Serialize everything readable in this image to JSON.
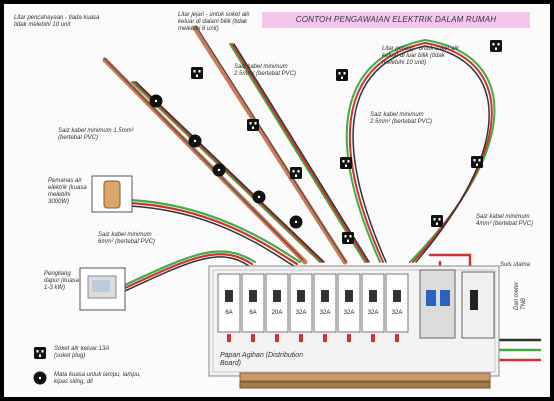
{
  "title": "CONTOH PENGAWAIAN ELEKTRIK DALAM RUMAH",
  "labels": {
    "lamp_circuit": "Litar pencahayaan - tiada kuasa tidak melebihi 10 unit",
    "socket_circuit_1": "Litar jejari - untuk soket alir keluar di dalam bilik (tidak melebihi 6 unit)",
    "ring_circuit": "Litar gelang - untuk soket alir keluar di luar bilik (tidak melebihi 10 unit)",
    "cable_25_top": "Saiz kabel minimum 2.5mm² (bertebat PVC)",
    "cable_15": "Saiz kabel minimum 1.5mm² (bertebat PVC)",
    "cable_25_ring": "Saiz kabel minimum 2.5mm² (bertebat PVC)",
    "water_heater": "Pemanas air elektrik (kuasa melebihi 3000W)",
    "cable_6": "Saiz kabel minimum 6mm² (bertebat PVC)",
    "cable_4": "Saiz kabel minimum 4mm² (bertebat PVC)",
    "washing_machine": "Pengliang dapur (kuasa 1-3 kW)",
    "rccb": "Suis utama",
    "main_supply": "Dari meter TNB",
    "board_name": "Papan Agihan (Distribution Board)"
  },
  "legend": {
    "socket": "Soket alir keluar 13A (soket plug)",
    "lamp": "Mata kuasa untuk lampu, lampu, kipas siling, dll"
  },
  "breakers": [
    "6A",
    "6A",
    "20A",
    "32A",
    "32A",
    "32A",
    "32A",
    "32A"
  ]
}
